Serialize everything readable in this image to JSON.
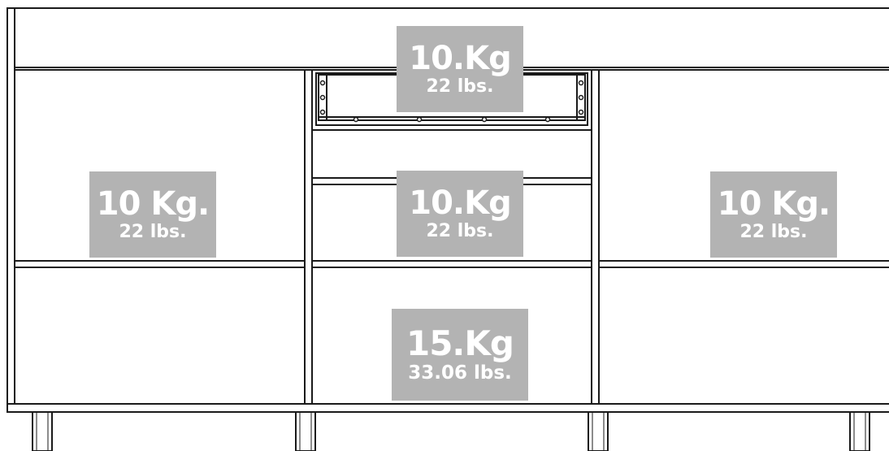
{
  "labels": {
    "top": {
      "kg": "10.Kg",
      "lbs": "22 lbs."
    },
    "left": {
      "kg": "10 Kg.",
      "lbs": "22 lbs."
    },
    "center": {
      "kg": "10.Kg",
      "lbs": "22 lbs."
    },
    "right": {
      "kg": "10 Kg.",
      "lbs": "22 lbs."
    },
    "bottom": {
      "kg": "15.Kg",
      "lbs": "33.06 lbs."
    }
  },
  "colors": {
    "line": "#1a1a1a",
    "label_bg": "#b3b3b3",
    "label_text": "#ffffff"
  }
}
